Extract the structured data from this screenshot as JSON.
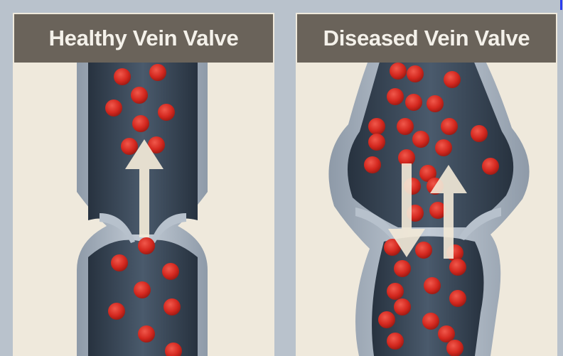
{
  "panels": {
    "healthy": {
      "title": "Healthy Vein Valve"
    },
    "diseased": {
      "title": "Diseased Vein Valve"
    }
  },
  "colors": {
    "background": "#b9c2cc",
    "panel": "#efe9dc",
    "title_bar": "#6a635a",
    "vein_wall": "#a9b5c2",
    "vein_lumen": "#3a4858",
    "blood_cell": "#d4281f",
    "arrow": "#f3ead8"
  },
  "flow": {
    "healthy": "one-way-upward",
    "diseased": "bidirectional-reflux"
  }
}
